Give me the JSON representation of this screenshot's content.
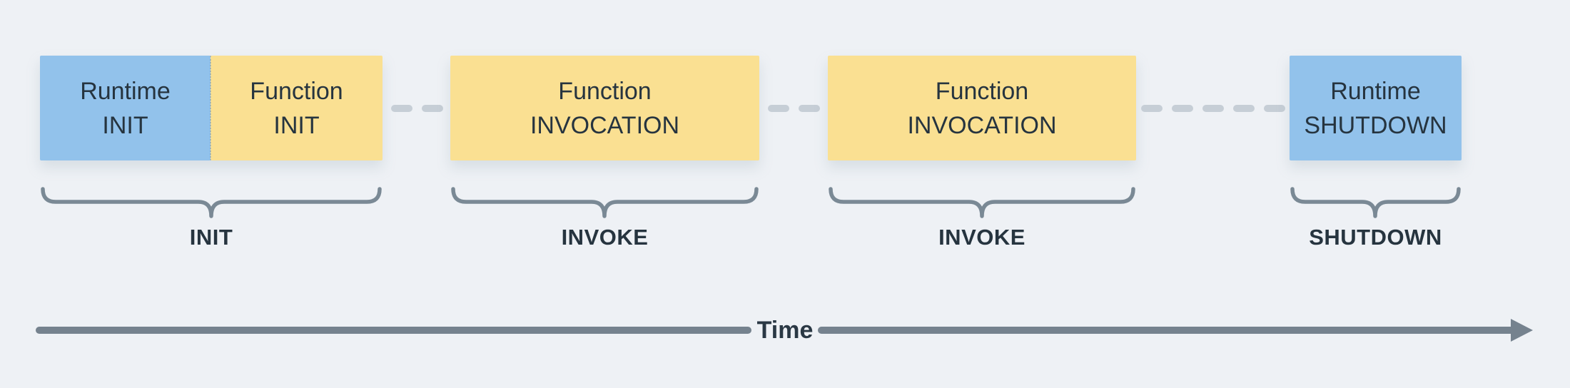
{
  "diagram": {
    "title_semantic": "lambda-execution-lifecycle",
    "boxes": {
      "runtime_init": {
        "line1": "Runtime",
        "line2": "INIT"
      },
      "function_init": {
        "line1": "Function",
        "line2": "INIT"
      },
      "function_invocation_1": {
        "line1": "Function",
        "line2": "INVOCATION"
      },
      "function_invocation_2": {
        "line1": "Function",
        "line2": "INVOCATION"
      },
      "runtime_shutdown": {
        "line1": "Runtime",
        "line2": "SHUTDOWN"
      }
    },
    "phase_labels": {
      "init": "INIT",
      "invoke_1": "INVOKE",
      "invoke_2": "INVOKE",
      "shutdown": "SHUTDOWN"
    },
    "time_axis": {
      "label": "Time"
    },
    "colors": {
      "background": "#EEF1F5",
      "runtime_box": "#92C2EB",
      "function_box": "#FAE092",
      "box_text": "#26343F",
      "phase_label_text": "#26343F",
      "brace": "#7A8995",
      "connector_dash": "#C6CED6",
      "time_axis": "#75828E"
    }
  }
}
